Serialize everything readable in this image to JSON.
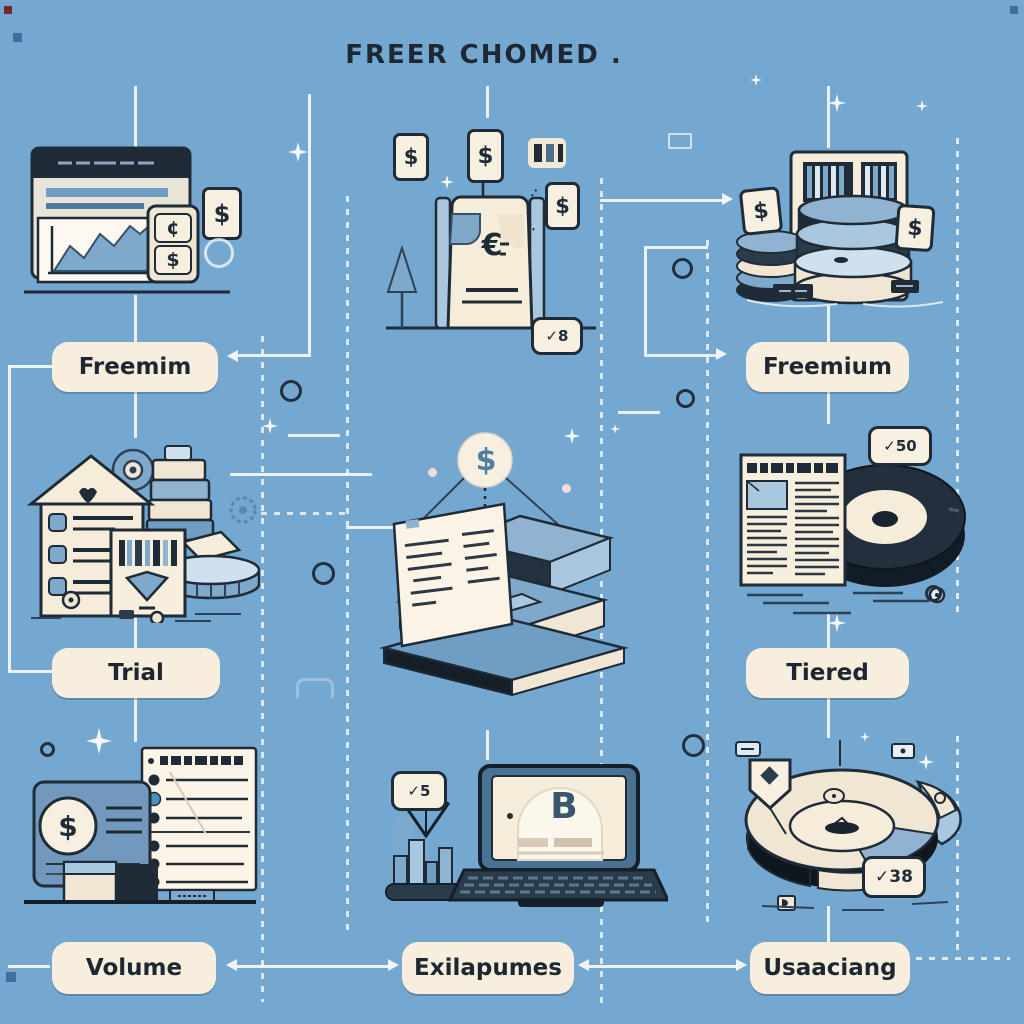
{
  "title": "FREER CHOMED .",
  "labels": {
    "row1_left": "Freemim",
    "row1_right": "Freemium",
    "row2_left": "Trial",
    "row2_right": "Tiered",
    "row3_left": "Volume",
    "row3_center": "Exilapumes",
    "row3_right": "Usaaciang"
  },
  "badges": {
    "top_center": "✓8",
    "mid_right": "✓50",
    "bottom_center": "✓5",
    "bottom_right": "✓38"
  },
  "symbols": {
    "dollar": "$",
    "euro": "€",
    "cent": "¢",
    "bitcoin_b": "B"
  },
  "colors": {
    "background": "#74a8d0",
    "panel_cream": "#f7ecdb",
    "ink_navy": "#1f2b36",
    "illustration_blue": "#7fa9cb",
    "line_white": "#eef3f7"
  }
}
